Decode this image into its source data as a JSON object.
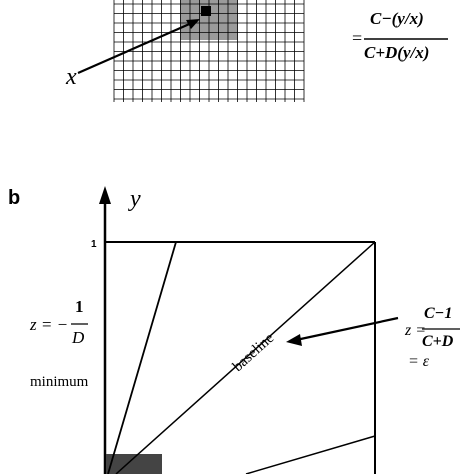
{
  "panel_a": {
    "x_label": "x",
    "formula_prefix": "=",
    "formula_numerator": "C−(y/x)",
    "formula_denominator": "C+D(y/x)"
  },
  "panel_b": {
    "panel_label": "b",
    "y_axis_label": "y",
    "y_tick_1": "1",
    "left_eq_prefix": "z = −",
    "left_eq_numerator": "1",
    "left_eq_denominator": "D",
    "minimum_label": "minimum",
    "baseline_label": "baseline",
    "right_eq_prefix": "z =",
    "right_eq_numerator": "C−1",
    "right_eq_denominator": "C+D",
    "epsilon_line": "= ε"
  },
  "colors": {
    "ink": "#000000",
    "grid_highlight": "#9a9a9a",
    "corner_fill": "#444444"
  }
}
